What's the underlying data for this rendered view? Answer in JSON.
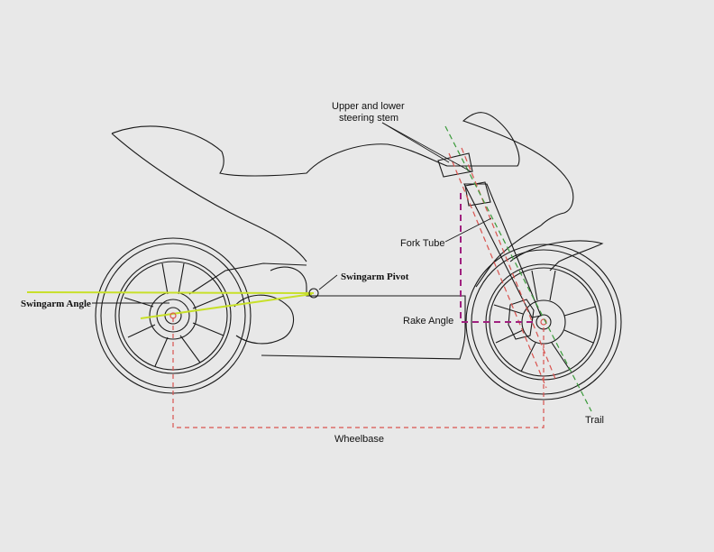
{
  "labels": {
    "steering_stem_line1": "Upper and lower",
    "steering_stem_line2": "steering stem",
    "fork_tube": "Fork Tube",
    "swingarm_pivot": "Swingarm Pivot",
    "swingarm_angle": "Swingarm Angle",
    "rake_angle": "Rake Angle",
    "trail": "Trail",
    "wheelbase": "Wheelbase"
  },
  "colors": {
    "background": "#e8e8e8",
    "outline": "#1a1a1a",
    "swingarm_lines": "#c8e02a",
    "wheelbase_dash": "#d9534f",
    "rake_dash": "#a0207f",
    "trail_dash": "#3a9a3a"
  }
}
